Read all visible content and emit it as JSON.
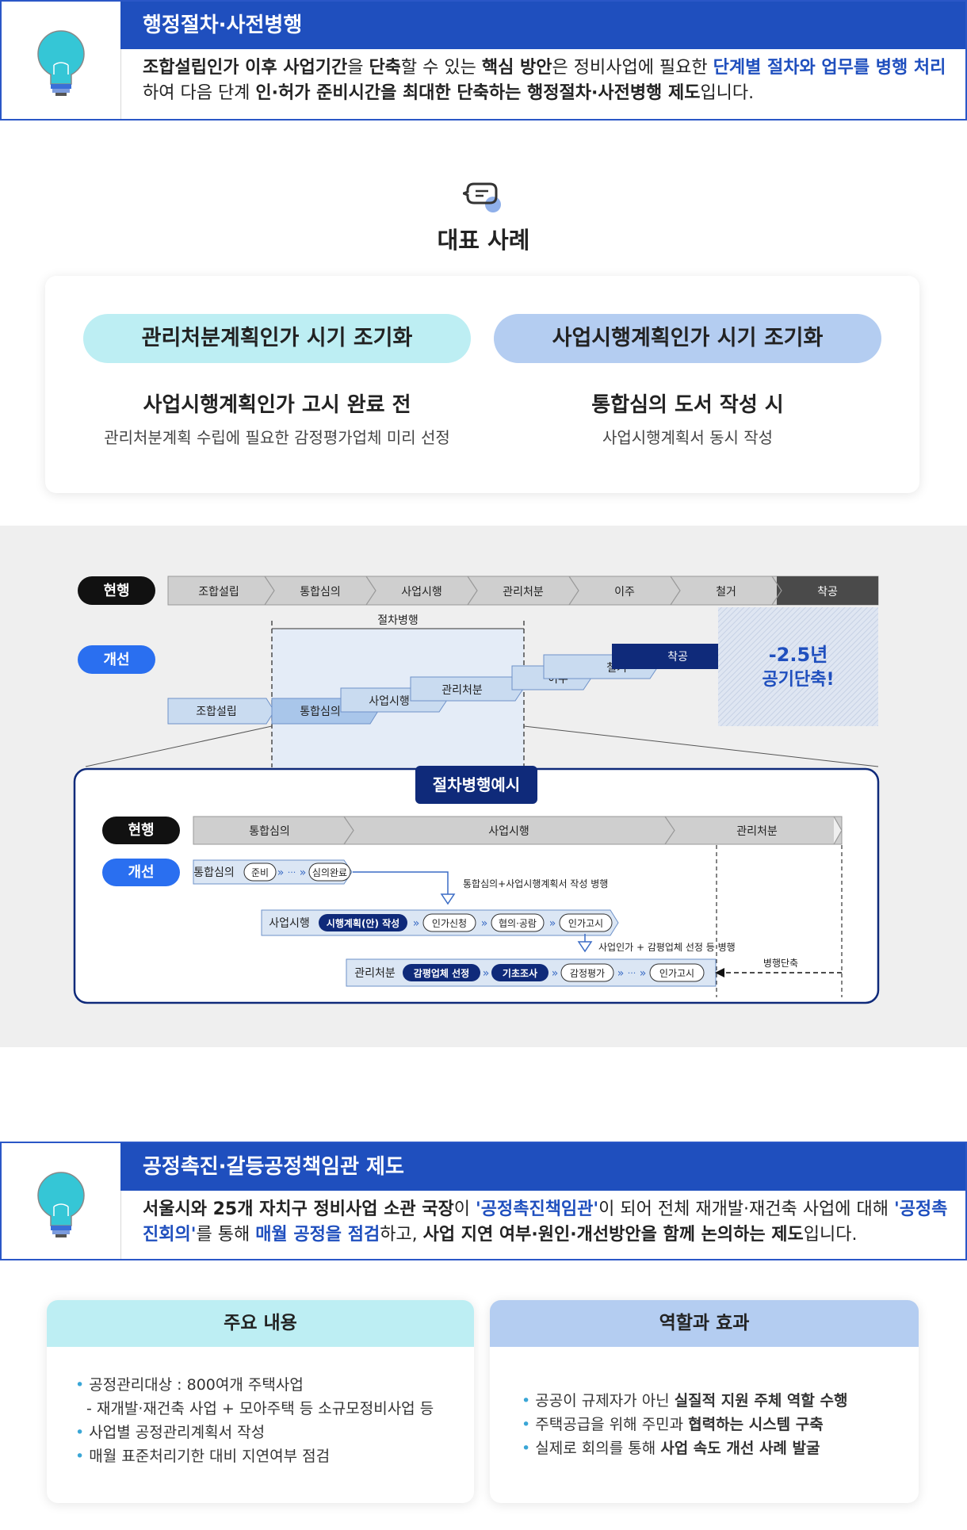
{
  "section1": {
    "title": "행정절차·사전병행",
    "desc_parts": [
      {
        "t": "조합설립인가 이후 사업기간",
        "s": "b"
      },
      {
        "t": "을 ",
        "s": ""
      },
      {
        "t": "단축",
        "s": "b"
      },
      {
        "t": "할 수 있는 ",
        "s": ""
      },
      {
        "t": "핵심 방안",
        "s": "b"
      },
      {
        "t": "은 정비사업에 필요한 ",
        "s": ""
      },
      {
        "t": "단계별 절차와 업무를 병행 처리",
        "s": "bl"
      },
      {
        "t": "하여 다음 단계 ",
        "s": ""
      },
      {
        "t": "인·허가 준비시간을 최대한 단축하는 행정절차·사전병행 제도",
        "s": "b"
      },
      {
        "t": "입니다.",
        "s": ""
      }
    ]
  },
  "cases": {
    "heading": "대표 사례",
    "left": {
      "pill": "관리처분계획인가 시기 조기화",
      "title": "사업시행계획인가 고시 완료 전",
      "sub": "관리처분계획 수립에 필요한 감정평가업체 미리 선정"
    },
    "right": {
      "pill": "사업시행계획인가 시기 조기화",
      "title": "통합심의 도서 작성 시",
      "sub": "사업시행계획서 동시 작성"
    }
  },
  "timeline": {
    "current_label": "현행",
    "improved_label": "개선",
    "current_steps": [
      "조합설립",
      "통합심의",
      "사업시행",
      "관리처분",
      "이주",
      "철거",
      "착공"
    ],
    "parallel_label": "절차병행",
    "improved_steps": [
      "조합설립",
      "통합심의",
      "사업시행",
      "관리처분",
      "이주",
      "철거",
      "착공"
    ],
    "saving_line1": "-2.5년",
    "saving_line2": "공기단축!",
    "example_title": "절차병행예시",
    "ex_current_steps": [
      "통합심의",
      "사업시행",
      "관리처분"
    ],
    "ex_row1": {
      "label": "통합심의",
      "items": [
        "준비",
        "심의완료"
      ],
      "ellipsis": "···"
    },
    "ex_note1": "통합심의+사업시행계획서 작성 병행",
    "ex_row2": {
      "label": "사업시행",
      "items": [
        "시행계획(안) 작성",
        "인가신청",
        "협의·공람",
        "인가고시"
      ]
    },
    "ex_note2": "사업인가 + 감평업체 선정 등 병행",
    "ex_row3": {
      "label": "관리처분",
      "items": [
        "감평업체 선정",
        "기초조사",
        "감정평가",
        "인가고시"
      ],
      "ellipsis": "···"
    },
    "ex_note3": "병행단축"
  },
  "section2": {
    "title": "공정촉진·갈등공정책임관 제도",
    "desc_parts": [
      {
        "t": "서울시와 25개 자치구 정비사업 소관 국장",
        "s": "b"
      },
      {
        "t": "이 ",
        "s": ""
      },
      {
        "t": "'공정촉진책임관'",
        "s": "bl"
      },
      {
        "t": "이 되어 전체 재개발·재건축 사업에 대해 ",
        "s": ""
      },
      {
        "t": "'공정촉진회의'",
        "s": "bl"
      },
      {
        "t": "를 통해 ",
        "s": ""
      },
      {
        "t": "매월 공정을 점검",
        "s": "bl"
      },
      {
        "t": "하고, ",
        "s": ""
      },
      {
        "t": "사업 지연 여부·원인·개선방안을 함께 논의하는 제도",
        "s": "b"
      },
      {
        "t": "입니다.",
        "s": ""
      }
    ]
  },
  "box_left": {
    "title": "주요 내용",
    "lines": [
      {
        "bullet": true,
        "text": "공정관리대상 : 800여개 주택사업"
      },
      {
        "bullet": false,
        "text": "- 재개발·재건축 사업 + 모아주택 등 소규모정비사업 등"
      },
      {
        "bullet": true,
        "text": "사업별 공정관리계획서 작성"
      },
      {
        "bullet": true,
        "text": "매월 표준처리기한 대비 지연여부 점검"
      }
    ]
  },
  "box_right": {
    "title": "역할과 효과",
    "lines": [
      [
        {
          "t": "공공이 규제자가 아닌 ",
          "b": false
        },
        {
          "t": "실질적 지원 주체 역할 수행",
          "b": true
        }
      ],
      [
        {
          "t": "주택공급을 위해 주민과 ",
          "b": false
        },
        {
          "t": "협력하는 시스템 구축",
          "b": true
        }
      ],
      [
        {
          "t": "실제로 회의를 통해 ",
          "b": false
        },
        {
          "t": "사업 속도 개선 사례 발굴",
          "b": true
        }
      ]
    ]
  },
  "colors": {
    "primary": "#1f4fbe",
    "navy": "#0f2a7a",
    "mint": "#bdeef3",
    "sky": "#b4cdf1",
    "dark": "#4a4a4a",
    "bulb": "#35c6d6"
  }
}
